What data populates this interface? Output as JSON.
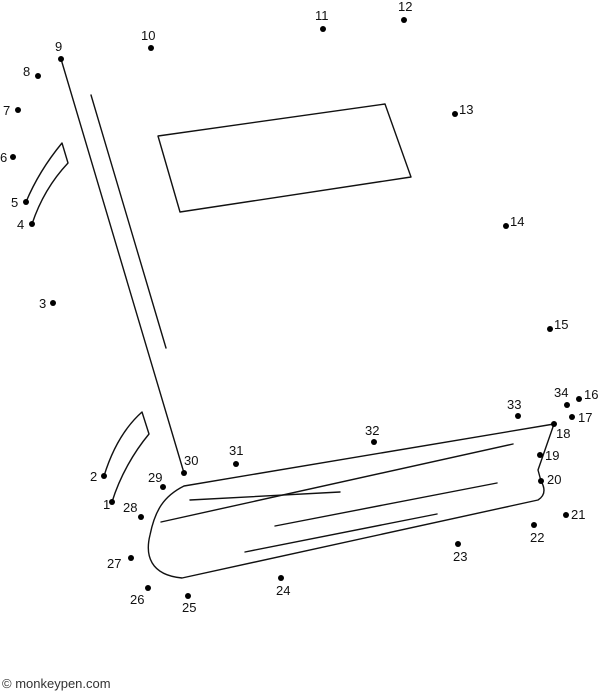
{
  "points": [
    {
      "n": "1"
    },
    {
      "n": "2"
    },
    {
      "n": "3"
    },
    {
      "n": "4"
    },
    {
      "n": "5"
    },
    {
      "n": "6"
    },
    {
      "n": "7"
    },
    {
      "n": "8"
    },
    {
      "n": "9"
    },
    {
      "n": "10"
    },
    {
      "n": "11"
    },
    {
      "n": "12"
    },
    {
      "n": "13"
    },
    {
      "n": "14"
    },
    {
      "n": "15"
    },
    {
      "n": "16"
    },
    {
      "n": "17"
    },
    {
      "n": "18"
    },
    {
      "n": "19"
    },
    {
      "n": "20"
    },
    {
      "n": "21"
    },
    {
      "n": "22"
    },
    {
      "n": "23"
    },
    {
      "n": "24"
    },
    {
      "n": "25"
    },
    {
      "n": "26"
    },
    {
      "n": "27"
    },
    {
      "n": "28"
    },
    {
      "n": "29"
    },
    {
      "n": "30"
    },
    {
      "n": "31"
    },
    {
      "n": "32"
    },
    {
      "n": "33"
    },
    {
      "n": "34"
    }
  ],
  "credit": "© monkeypen.com"
}
